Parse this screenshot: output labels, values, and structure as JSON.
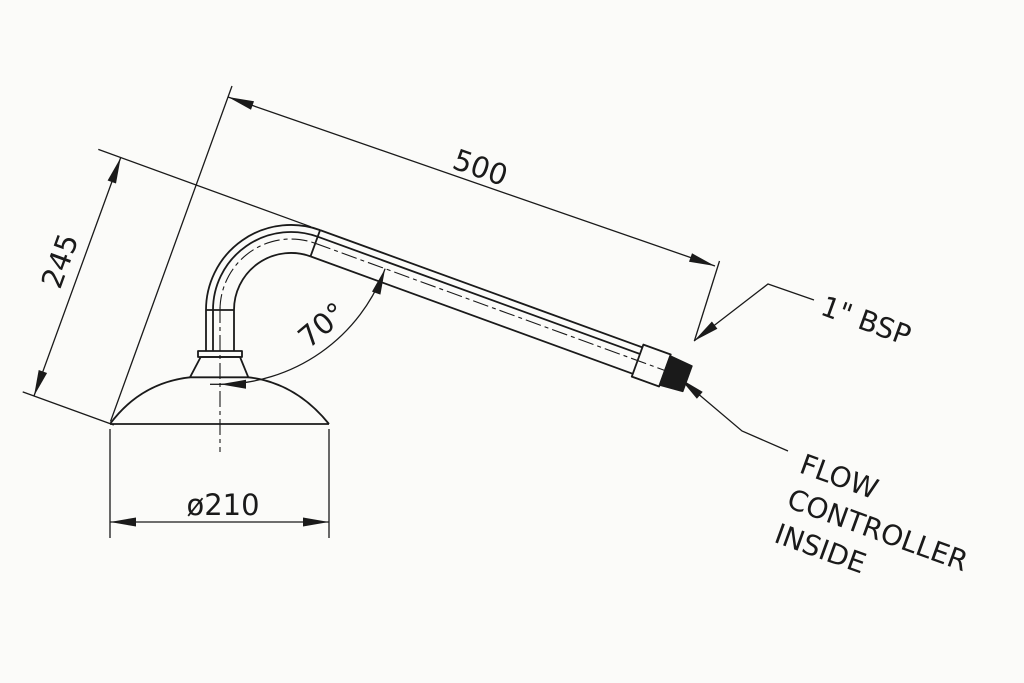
{
  "drawing": {
    "background_color": "#fbfbf9",
    "line_color": "#1a1a1a",
    "dimensions": {
      "arm_length": "500",
      "overall_height": "245",
      "head_diameter": "ø210",
      "arm_angle": "70°"
    },
    "labels": {
      "thread_size": "1\" BSP",
      "flow_controller": [
        "FLOW",
        "CONTROLLER",
        "INSIDE"
      ]
    }
  }
}
